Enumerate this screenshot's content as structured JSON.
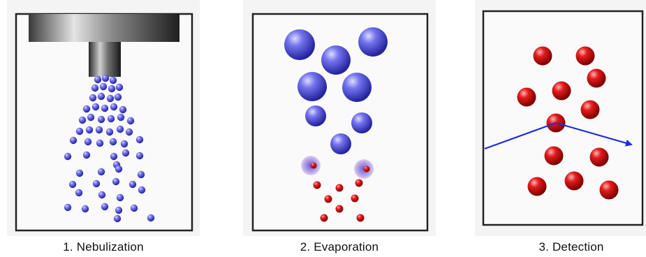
{
  "panels": [
    {
      "caption": "1. Nebulization"
    },
    {
      "caption": "2. Evaporation"
    },
    {
      "caption": "3. Detection"
    }
  ],
  "colors": {
    "droplet_blue": "#5a5ae8",
    "particle_red": "#e02020",
    "arrow_blue": "#1a2ee0",
    "frame": "#222222",
    "frame_bg": "#f7f7f7"
  },
  "icons": [
    "nebulizer-nozzle",
    "blue-droplet",
    "red-particle",
    "light-beam-arrow"
  ]
}
